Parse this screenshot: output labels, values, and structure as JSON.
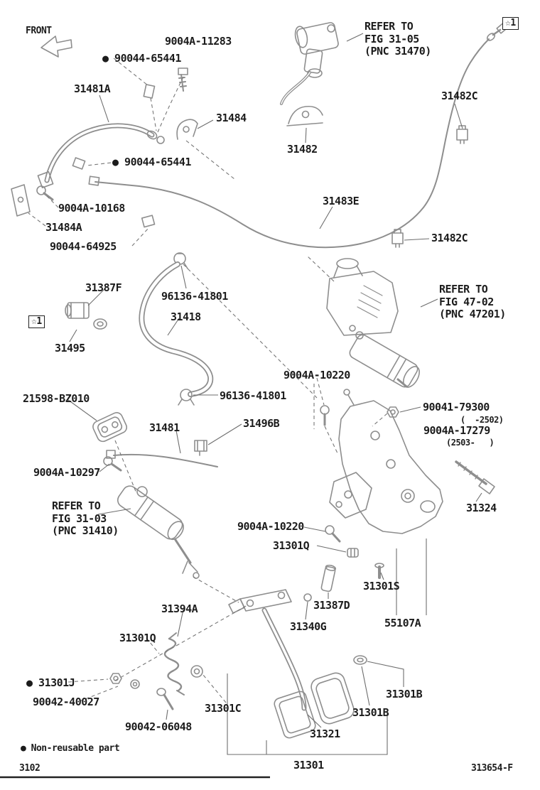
{
  "colors": {
    "artwork": "#8e8e8e",
    "leader": "#6e6e6e",
    "text": "#1c1c1c"
  },
  "labels": [
    {
      "id": "front-indicator",
      "text": "FRONT"
    },
    {
      "id": "part-9004a-11283",
      "text": "9004A-11283"
    },
    {
      "id": "part-90044-65441-a",
      "text": "● 90044-65441"
    },
    {
      "id": "part-31481a",
      "text": "31481A"
    },
    {
      "id": "refer-fig-31-05",
      "text": "REFER TO\nFIG 31-05\n(PNC 31470)"
    },
    {
      "id": "part-31482c-top",
      "text": "31482C"
    },
    {
      "id": "part-31484",
      "text": "31484"
    },
    {
      "id": "part-31482",
      "text": "31482"
    },
    {
      "id": "part-90044-65441-b",
      "text": "● 90044-65441"
    },
    {
      "id": "part-9004a-10168",
      "text": "9004A-10168"
    },
    {
      "id": "part-31484a",
      "text": "31484A"
    },
    {
      "id": "part-90044-64925",
      "text": "90044-64925"
    },
    {
      "id": "part-31483e",
      "text": "31483E"
    },
    {
      "id": "part-31482c-mid",
      "text": "31482C"
    },
    {
      "id": "part-31387f",
      "text": "31387F"
    },
    {
      "id": "part-96136-41801-a",
      "text": "96136-41801"
    },
    {
      "id": "part-31418",
      "text": "31418"
    },
    {
      "id": "refer-fig-47-02",
      "text": "REFER TO\nFIG 47-02\n(PNC 47201)"
    },
    {
      "id": "star1-left",
      "text": "☆1"
    },
    {
      "id": "part-31495",
      "text": "31495"
    },
    {
      "id": "part-9004a-10220-a",
      "text": "9004A-10220"
    },
    {
      "id": "part-21598-bz010",
      "text": "21598-BZ010"
    },
    {
      "id": "part-96136-41801-b",
      "text": "96136-41801"
    },
    {
      "id": "part-90041-79300",
      "text": "90041-79300"
    },
    {
      "id": "range-2502",
      "text": "(  -2502)"
    },
    {
      "id": "part-9004a-17279",
      "text": "9004A-17279"
    },
    {
      "id": "range-2503",
      "text": "(2503-   )"
    },
    {
      "id": "part-31481",
      "text": "31481"
    },
    {
      "id": "part-31496b",
      "text": "31496B"
    },
    {
      "id": "part-9004a-10297",
      "text": "9004A-10297"
    },
    {
      "id": "refer-fig-31-03",
      "text": "REFER TO\nFIG 31-03\n(PNC 31410)"
    },
    {
      "id": "part-9004a-10220-b",
      "text": "9004A-10220"
    },
    {
      "id": "part-31301q-a",
      "text": "31301Q"
    },
    {
      "id": "part-31324",
      "text": "31324"
    },
    {
      "id": "part-31301s",
      "text": "31301S"
    },
    {
      "id": "part-31387d",
      "text": "31387D"
    },
    {
      "id": "part-31340g",
      "text": "31340G"
    },
    {
      "id": "part-55107a",
      "text": "55107A"
    },
    {
      "id": "part-31394a",
      "text": "31394A"
    },
    {
      "id": "part-31301q-b",
      "text": "31301Q"
    },
    {
      "id": "part-31301j",
      "text": "● 31301J"
    },
    {
      "id": "part-90042-40027",
      "text": "90042-40027"
    },
    {
      "id": "part-90042-06048",
      "text": "90042-06048"
    },
    {
      "id": "part-31301c",
      "text": "31301C"
    },
    {
      "id": "part-31321",
      "text": "31321"
    },
    {
      "id": "part-31301b-a",
      "text": "31301B"
    },
    {
      "id": "part-31301b-b",
      "text": "31301B"
    },
    {
      "id": "part-31301",
      "text": "31301"
    },
    {
      "id": "legend-non-reusable",
      "text": "● Non-reusable part"
    },
    {
      "id": "page-code",
      "text": "3102"
    },
    {
      "id": "drawing-number",
      "text": "313654-F"
    },
    {
      "id": "star1-right",
      "text": "☆1"
    }
  ]
}
